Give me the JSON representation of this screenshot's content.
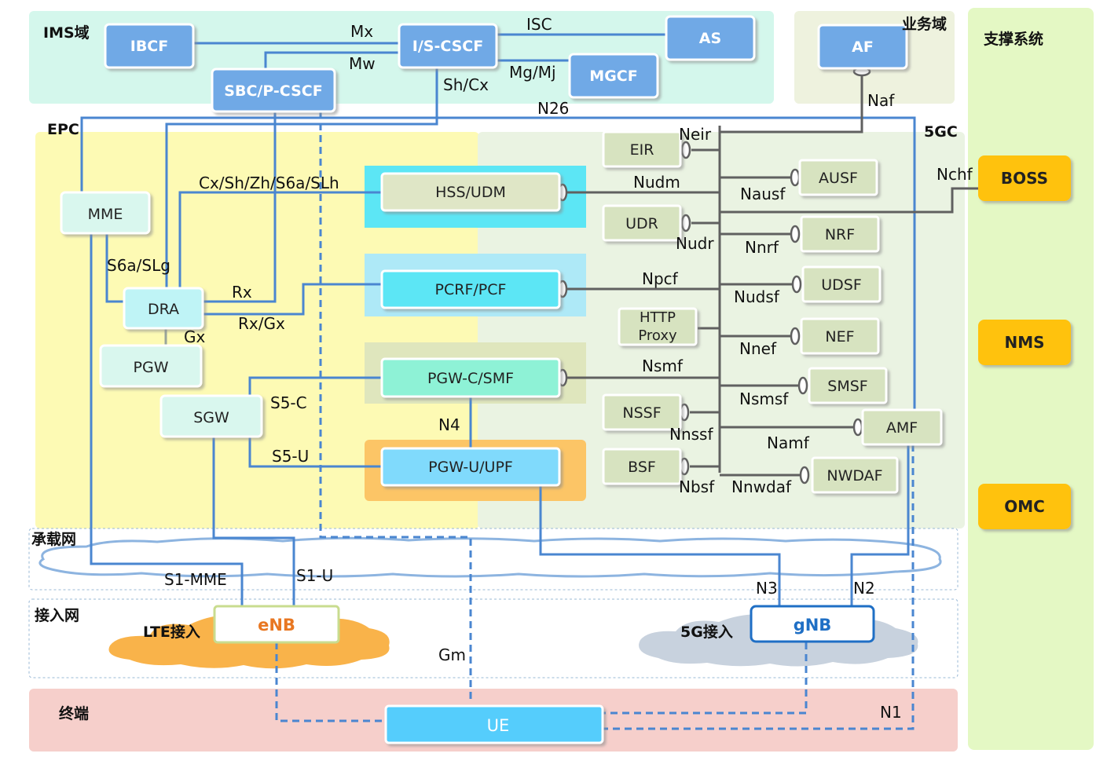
{
  "regions": {
    "ims": "IMS域",
    "business": "业务域",
    "support": "支撑系统",
    "epc": "EPC",
    "fivegc": "5GC",
    "bearer": "承载网",
    "access": "接入网",
    "terminal": "终端",
    "lte_access": "LTE接入",
    "fiveg_access": "5G接入"
  },
  "nodes": {
    "ibcf": "IBCF",
    "iscscf": "I/S-CSCF",
    "as": "AS",
    "mgcf": "MGCF",
    "sbc": "SBC/P-CSCF",
    "af": "AF",
    "mme": "MME",
    "dra": "DRA",
    "pgw": "PGW",
    "sgw": "SGW",
    "hss": "HSS/UDM",
    "pcrf": "PCRF/PCF",
    "pgwc": "PGW-C/SMF",
    "pgwu": "PGW-U/UPF",
    "eir": "EIR",
    "udr": "UDR",
    "http_proxy_1": "HTTP",
    "http_proxy_2": "Proxy",
    "nssf": "NSSF",
    "bsf": "BSF",
    "ausf": "AUSF",
    "nrf": "NRF",
    "udsf": "UDSF",
    "nef": "NEF",
    "smsf": "SMSF",
    "amf": "AMF",
    "nwdaf": "NWDAF",
    "enb": "eNB",
    "gnb": "gNB",
    "ue": "UE",
    "boss": "BOSS",
    "nms": "NMS",
    "omc": "OMC"
  },
  "interfaces": {
    "mx": "Mx",
    "mw": "Mw",
    "isc": "ISC",
    "mgmj": "Mg/Mj",
    "shcx": "Sh/Cx",
    "n26": "N26",
    "naf": "Naf",
    "neir": "Neir",
    "nchf": "Nchf",
    "cxsh": "Cx/Sh/Zh/S6a/SLh",
    "nudm": "Nudm",
    "nausf": "Nausf",
    "nudr": "Nudr",
    "nnrf": "Nnrf",
    "s6a": "S6a/SLg",
    "rx": "Rx",
    "rxgx": "Rx/Gx",
    "npcf": "Npcf",
    "nudsf": "Nudsf",
    "gx": "Gx",
    "nnef": "Nnef",
    "nsmf": "Nsmf",
    "s5c": "S5-C",
    "nsmsf": "Nsmsf",
    "n4": "N4",
    "nnssf": "Nnssf",
    "namf": "Namf",
    "s5u": "S5-U",
    "nbsf": "Nbsf",
    "nnwdaf": "Nnwdaf",
    "s1mme": "S1-MME",
    "s1u": "S1-U",
    "n3": "N3",
    "n2": "N2",
    "gm": "Gm",
    "n1": "N1"
  },
  "colors": {
    "ims_bg": "#d4f7ec",
    "business_bg": "#eef2de",
    "support_bg": "#e4f8c4",
    "epc_bg": "#fdfab4",
    "fivegc_bg": "#eaf3e2",
    "terminal_bg": "#f6cfcb",
    "ims_node": "#6fa9e6",
    "line": "#4a86d0",
    "soft_node": "#d7e3c0",
    "support_node": "#ffc20e"
  }
}
